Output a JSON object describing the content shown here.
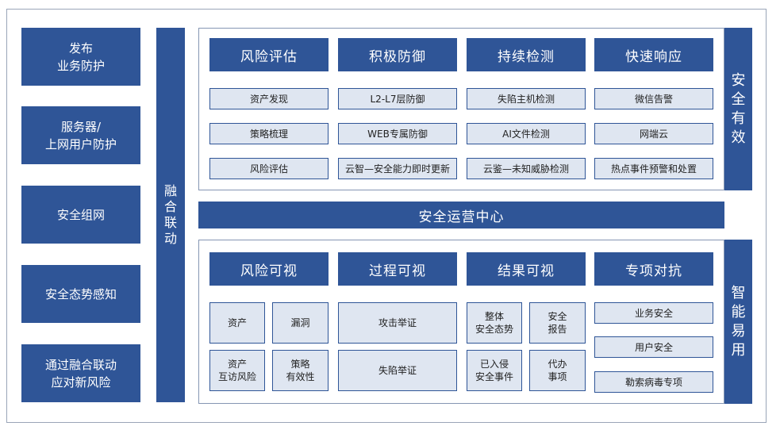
{
  "left_column": [
    "发布\n业务防护",
    "服务器/\n上网用户防护",
    "安全组网",
    "安全态势感知",
    "通过融合联动\n应对新风险"
  ],
  "fusion_label": "融\n合\n联\n动",
  "top_panel": {
    "headers": [
      "风险评估",
      "积极防御",
      "持续检测",
      "快速响应"
    ],
    "items": [
      [
        "资产发现",
        "策略梳理",
        "风险评估"
      ],
      [
        "L2-L7层防御",
        "WEB专属防御",
        "云智—安全能力即时更新"
      ],
      [
        "失陷主机检测",
        "AI文件检测",
        "云鉴—未知威胁检测"
      ],
      [
        "微信告警",
        "网端云",
        "热点事件预警和处置"
      ]
    ],
    "side_label": "安\n全\n有\n效"
  },
  "center_band": "安全运营中心",
  "bottom_panel": {
    "headers": [
      "风险可视",
      "过程可视",
      "结果可视",
      "专项对抗"
    ],
    "risk_visible": [
      "资产",
      "漏洞",
      "资产\n互访风险",
      "策略\n有效性"
    ],
    "process_visible": [
      "攻击举证",
      "失陷举证"
    ],
    "result_visible": [
      "整体\n安全态势",
      "安全\n报告",
      "已入侵\n安全事件",
      "代办\n事项"
    ],
    "special": [
      "业务安全",
      "用户安全",
      "勒索病毒专项"
    ],
    "side_label": "智\n能\n易\n用"
  },
  "colors": {
    "primary": "#2f5597",
    "light": "#dfe6f1",
    "border": "#8596b3"
  }
}
